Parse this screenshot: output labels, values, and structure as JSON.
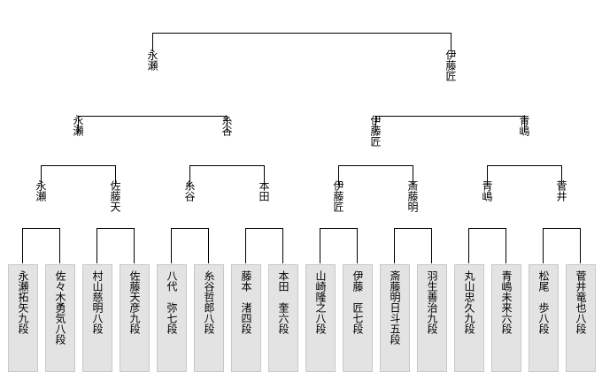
{
  "players": [
    "永瀬拓矢九段",
    "佐々木勇気八段",
    "村山慈明八段",
    "佐藤天彦九段",
    "八代　弥七段",
    "糸谷哲郎八段",
    "藤本　渚四段",
    "本田　奎六段",
    "山崎隆之八段",
    "伊藤　匠七段",
    "斎藤明日斗五段",
    "羽生善治九段",
    "丸山忠久九段",
    "青嶋未来六段",
    "松尾　歩八段",
    "菅井竜也八段"
  ],
  "round1_winners": [
    "永瀬",
    "佐藤天",
    "糸谷",
    "本田",
    "伊藤匠",
    "斎藤明",
    "青嶋",
    "菅井"
  ],
  "round2_winners": [
    "永瀬",
    "糸谷",
    "伊藤匠",
    "青嶋"
  ],
  "round3_winners": [
    "永瀬",
    "伊藤匠"
  ]
}
